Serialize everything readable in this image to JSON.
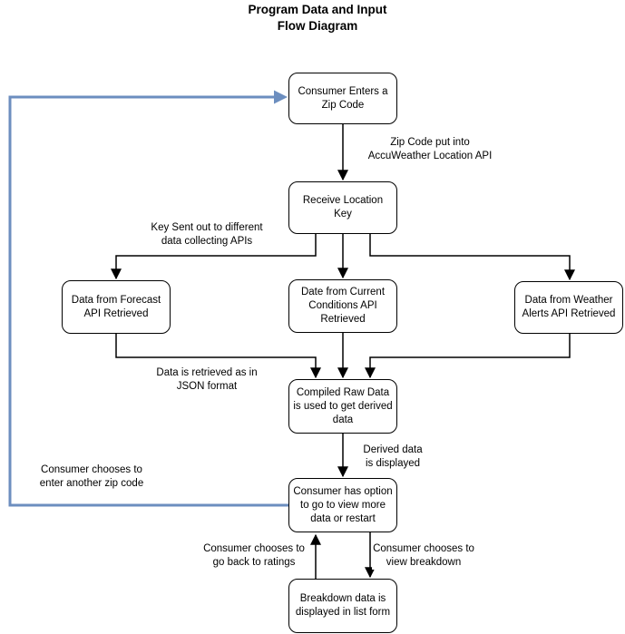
{
  "title": "Program Data and Input\nFlow Diagram",
  "colors": {
    "node_border": "#000000",
    "edge": "#000000",
    "loop_edge": "#6c8ebf",
    "background": "#ffffff"
  },
  "nodes": {
    "enter_zip": "Consumer Enters a\nZip Code",
    "receive_key": "Receive Location\nKey",
    "forecast": "Data from Forecast\nAPI Retrieved",
    "current_conditions": "Date from Current\nConditions API\nRetrieved",
    "weather_alerts": "Data from Weather\nAlerts API Retrieved",
    "compiled_raw": "Compiled Raw Data\nis used to get derived\ndata",
    "view_or_restart": "Consumer has option\nto go to view more\ndata or restart",
    "breakdown_list": "Breakdown data is\ndisplayed in list form"
  },
  "edge_labels": {
    "to_location_api": "Zip Code put into\nAccuWeather Location API",
    "key_sent": "Key Sent out to different\ndata collecting APIs",
    "json_format": "Data is retrieved as in\nJSON format",
    "derived_displayed": "Derived data\nis displayed",
    "another_zip": "Consumer chooses to\nenter another zip code",
    "back_to_ratings": "Consumer chooses to\ngo back to ratings",
    "view_breakdown": "Consumer chooses to\nview breakdown"
  }
}
